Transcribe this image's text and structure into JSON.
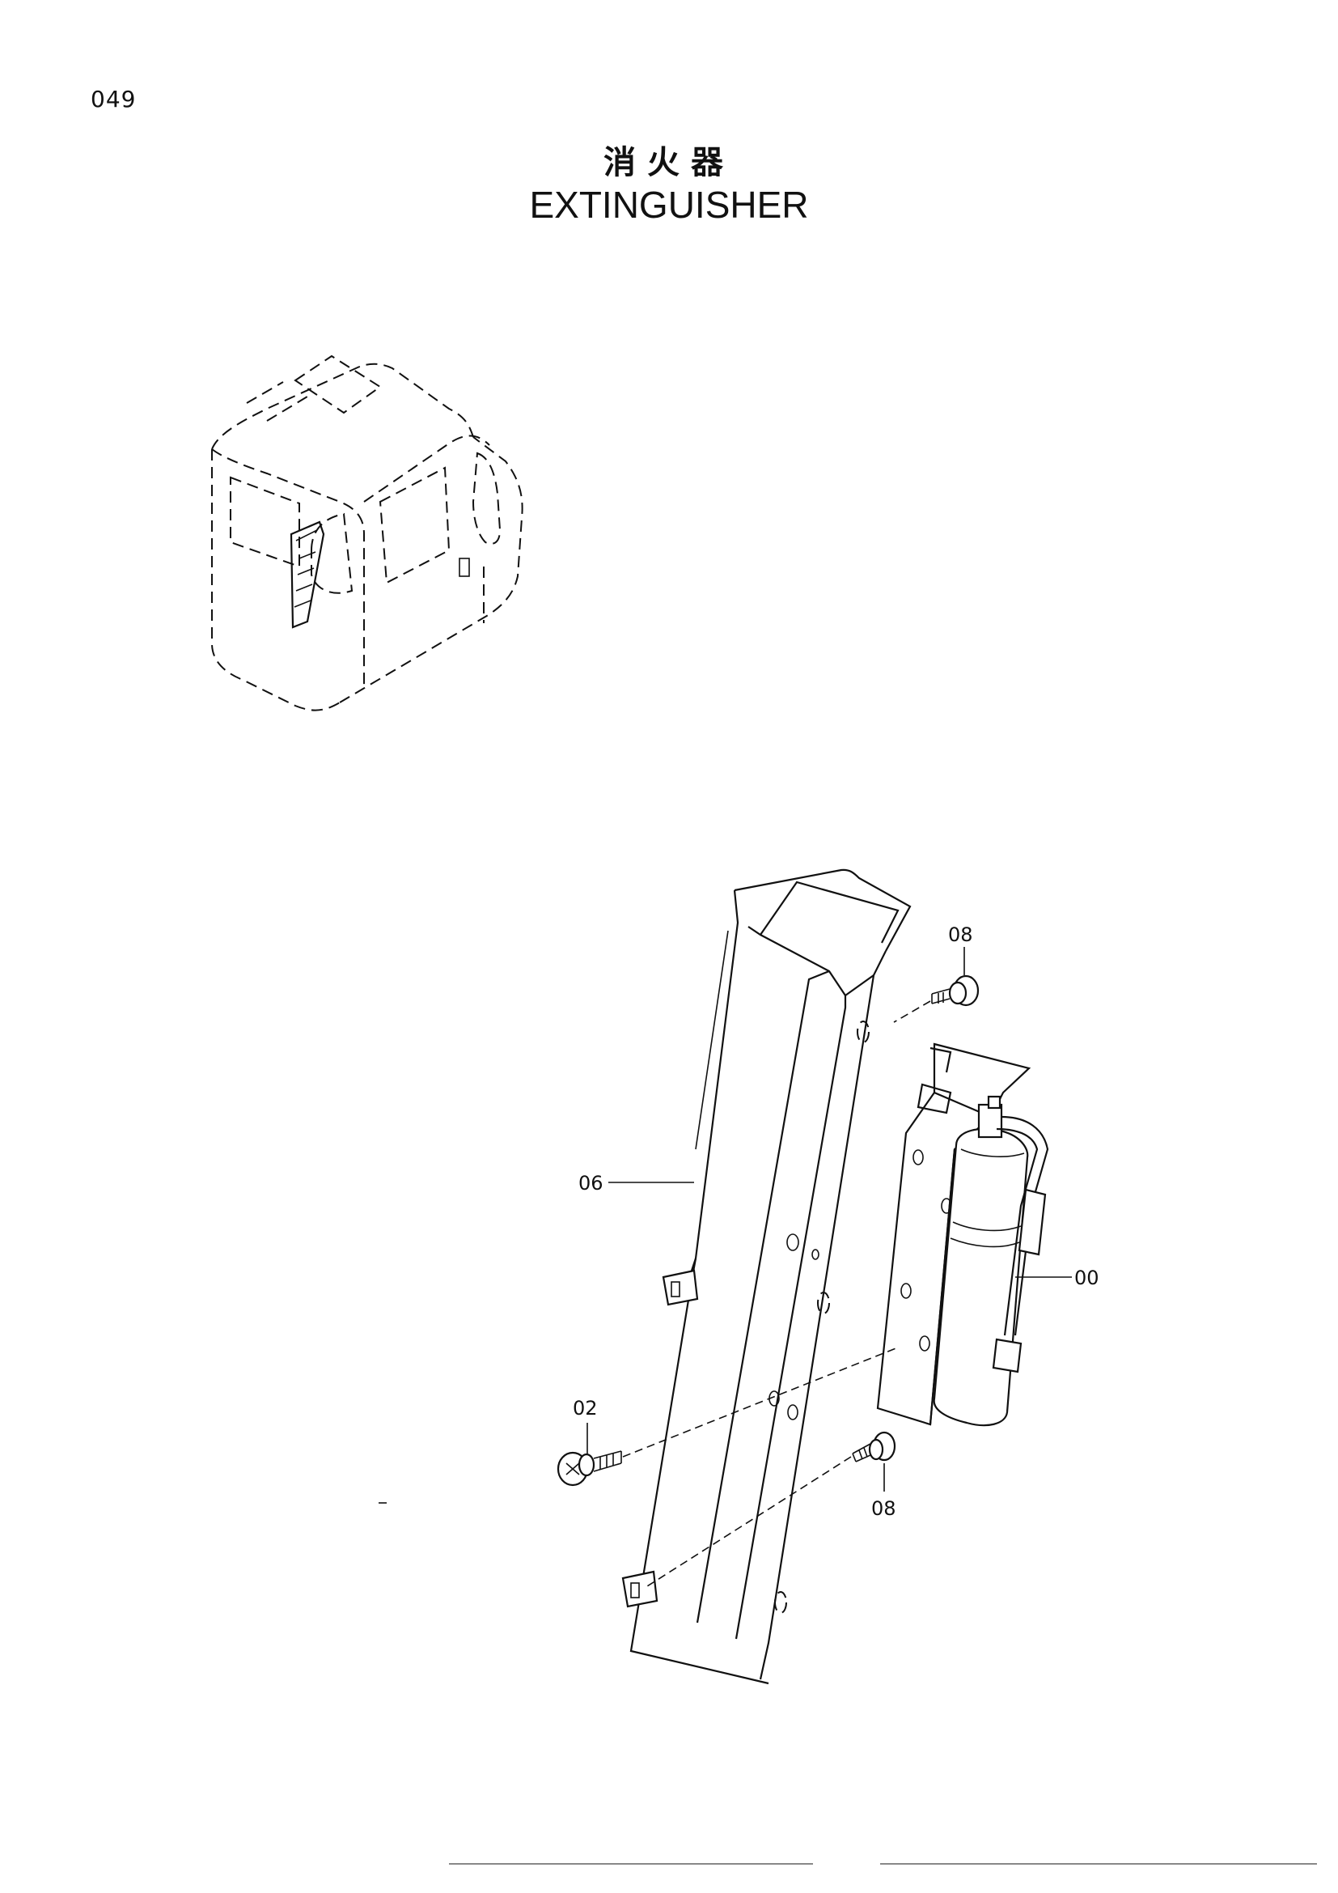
{
  "page": {
    "number": "049"
  },
  "title": {
    "chinese": "消火器",
    "english": "EXTINGUISHER"
  },
  "callouts": {
    "c08_top": "08",
    "c06": "06",
    "c00": "00",
    "c02": "02",
    "c08_bottom": "08"
  }
}
